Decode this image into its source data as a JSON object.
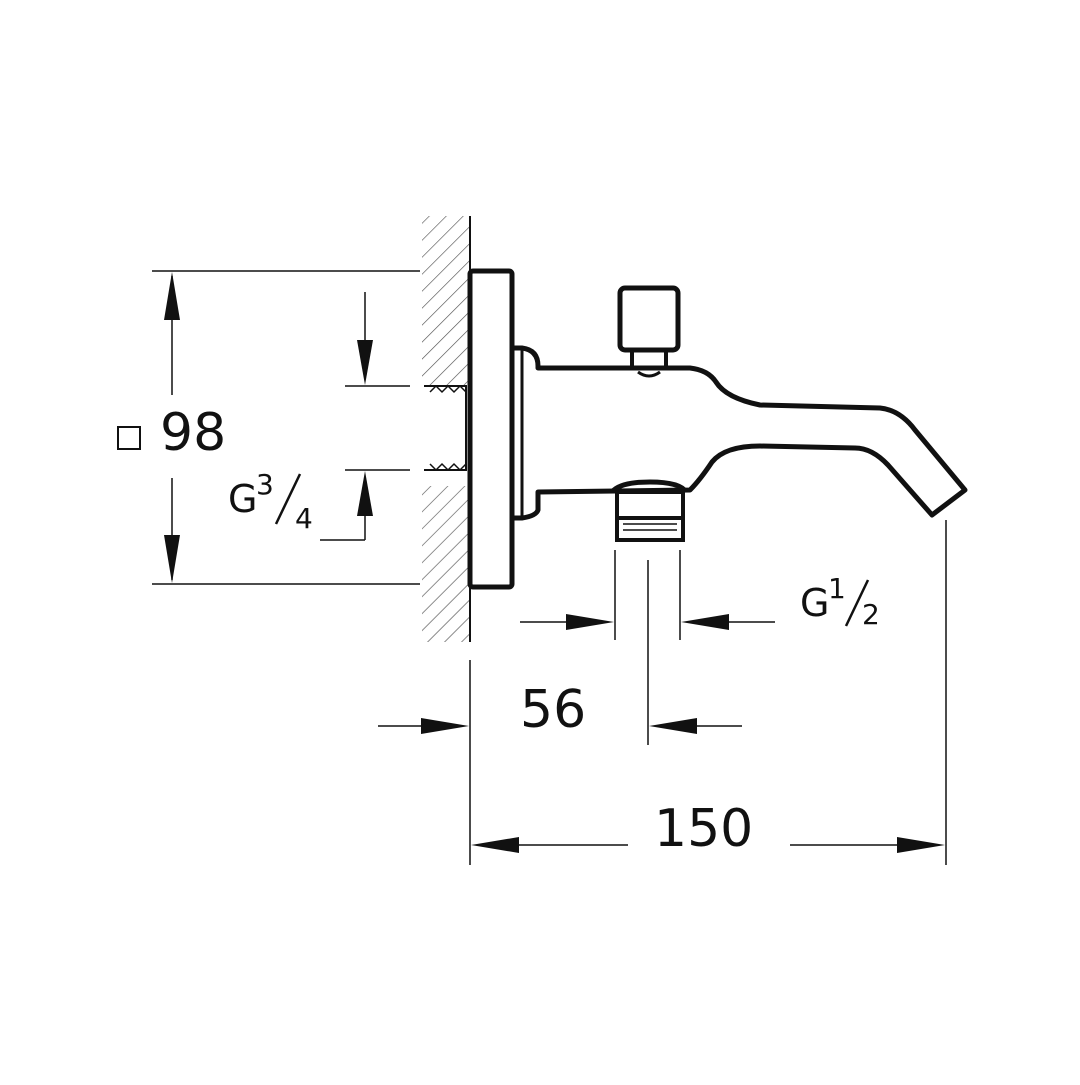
{
  "diagram": {
    "dimensions": {
      "square_symbol": "□",
      "height_square": "98",
      "projection_spout": "150",
      "projection_outlet": "56"
    },
    "threads": {
      "inlet": {
        "prefix": "G",
        "numerator": "3",
        "denominator": "4"
      },
      "outlet": {
        "prefix": "G",
        "numerator": "1",
        "denominator": "2"
      }
    },
    "colors": {
      "line": "#111111",
      "background": "#ffffff",
      "hatch": "#555555"
    }
  }
}
